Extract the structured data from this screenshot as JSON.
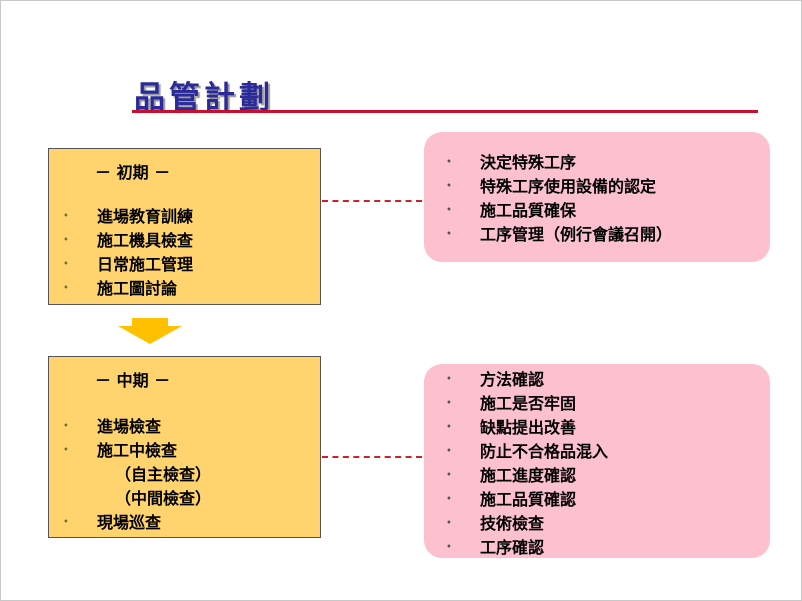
{
  "title": "品管計劃",
  "early": {
    "heading": "－ 初期 －",
    "items": [
      "進場教育訓練",
      "施工機具檢查",
      "日常施工管理",
      "施工圖討論"
    ],
    "details": [
      "決定特殊工序",
      "特殊工序使用設備的認定",
      "施工品質確保",
      "工序管理（例行會議召開）"
    ]
  },
  "mid": {
    "heading": "－ 中期 －",
    "items": [
      "進場檢查",
      "施工中檢查",
      "（自主檢查）",
      "（中間檢查）",
      "現場巡查"
    ],
    "details": [
      "方法確認",
      "施工是否牢固",
      "缺點提出改善",
      "防止不合格品混入",
      "施工進度確認",
      "施工品質確認",
      "技術檢查",
      "工序確認"
    ]
  },
  "colors": {
    "title": "#2a2a9a",
    "rule": "#c8102e",
    "yellow_box": "#ffd36e",
    "pink_box": "#fcc0cf",
    "arrow": "#ffc000",
    "dash": "#d0202a"
  }
}
